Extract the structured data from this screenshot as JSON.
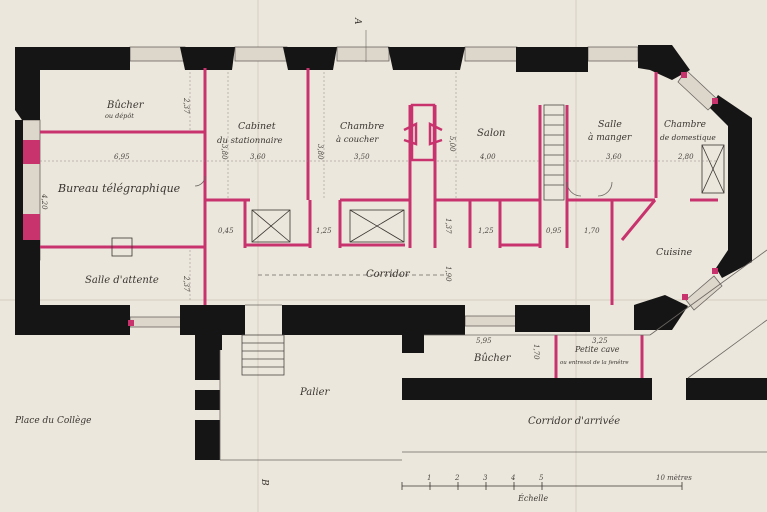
{
  "rooms": {
    "bucher_top": "Bûcher",
    "bucher_top_sub": "ou dépôt",
    "bureau": "Bureau télégraphique",
    "salle_attente": "Salle d'attente",
    "cabinet_l1": "Cabinet",
    "cabinet_l2": "du stationnaire",
    "chambre_l1": "Chambre",
    "chambre_l2": "à coucher",
    "salon": "Salon",
    "salle_manger_l1": "Salle",
    "salle_manger_l2": "à manger",
    "chambre_dom_l1": "Chambre",
    "chambre_dom_l2": "de domestique",
    "cuisine": "Cuisine",
    "corridor": "Corridor",
    "bucher_bottom": "Bûcher",
    "petite_cave_l1": "Petite cave",
    "petite_cave_l2": "ou entresol de la fenêtre",
    "palier": "Palier",
    "corridor_arrivee": "Corridor d'arrivée"
  },
  "place_label": "Place du Collège",
  "section_marks": {
    "top": "A",
    "bottom": "B"
  },
  "dimensions": {
    "d_bureau_width": "6,95",
    "d_cabinet_width": "3,60",
    "d_chambre_width": "3,50",
    "d_salon_width": "4,00",
    "d_salle_width": "3,60",
    "d_chambre_dom_width": "2,80",
    "d_bucher_height": "2,37",
    "d_cabinet_height": "3,80",
    "d_chambre_height": "3,80",
    "d_salon_height": "5,00",
    "d_attente_height": "2,37",
    "d_bureau_height": "4,20",
    "d_closet1": "0,45",
    "d_closet2": "1,25",
    "d_closet3": "1,25",
    "d_stair": "0,95",
    "d_pantry": "1,70",
    "d_corridor_height": "1,90",
    "d_corridor_height2": "1,37",
    "d_bucher_bottom": "5,95",
    "d_cave": "3,25",
    "d_cave_height": "1,70"
  },
  "scale": {
    "label": "Échelle",
    "ticks": [
      "1",
      "2",
      "3",
      "4",
      "5"
    ],
    "end": "10 mètres"
  },
  "colors": {
    "paper": "#ece7dd",
    "wall": "#151515",
    "partition": "#c8336e",
    "line": "#6a6560"
  }
}
